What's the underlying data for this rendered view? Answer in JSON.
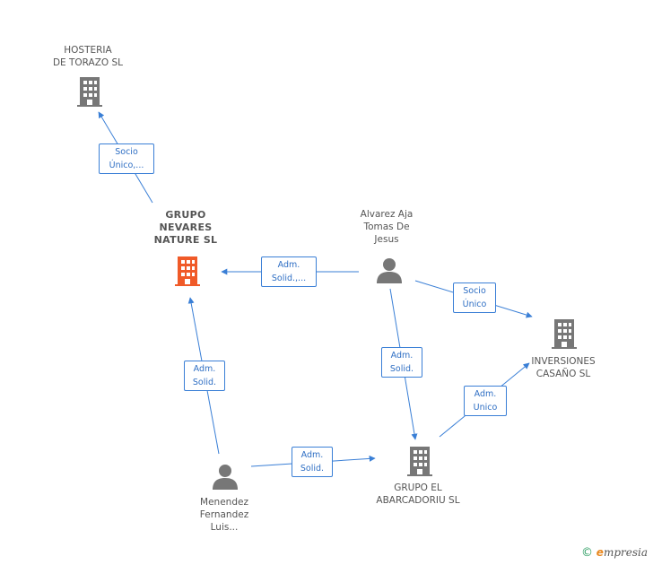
{
  "nodes": {
    "hosteria": "HOSTERIA\nDE TORAZO SL",
    "grupo_nevares": "GRUPO\nNEVARES\nNATURE SL",
    "alvarez": "Alvarez Aja\nTomas De\nJesus",
    "inversiones": "INVERSIONES\nCASAÑO SL",
    "grupo_abarcadoriu": "GRUPO EL\nABARCADORIU SL",
    "menendez": "Menendez\nFernandez\nLuis..."
  },
  "edges": {
    "socio_unico_1": "Socio\nÚnico,...",
    "adm_solid_1": "Adm.\nSolid.,...",
    "socio_unico_2": "Socio\nÚnico",
    "adm_solid_2": "Adm.\nSolid.",
    "adm_solid_3": "Adm.\nSolid.",
    "adm_unico": "Adm.\nUnico",
    "adm_solid_4": "Adm.\nSolid."
  },
  "footer": {
    "copyright_symbol": "©",
    "brand_e": "e",
    "brand_rest": "mpresia"
  },
  "colors": {
    "edge": "#3a7fd6",
    "company_icon": "#777777",
    "main_company_icon": "#f05a28",
    "person_icon": "#777777"
  }
}
